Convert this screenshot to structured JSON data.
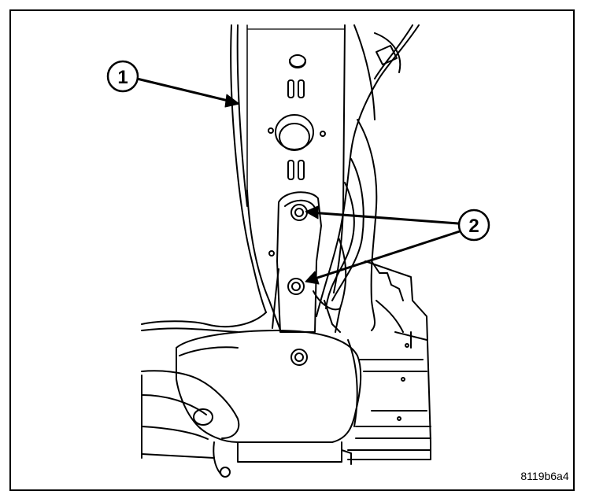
{
  "callouts": [
    {
      "label": "1"
    },
    {
      "label": "2"
    }
  ],
  "figure_code": "8119b6a4",
  "colors": {
    "line": "#000000",
    "background": "#ffffff"
  }
}
